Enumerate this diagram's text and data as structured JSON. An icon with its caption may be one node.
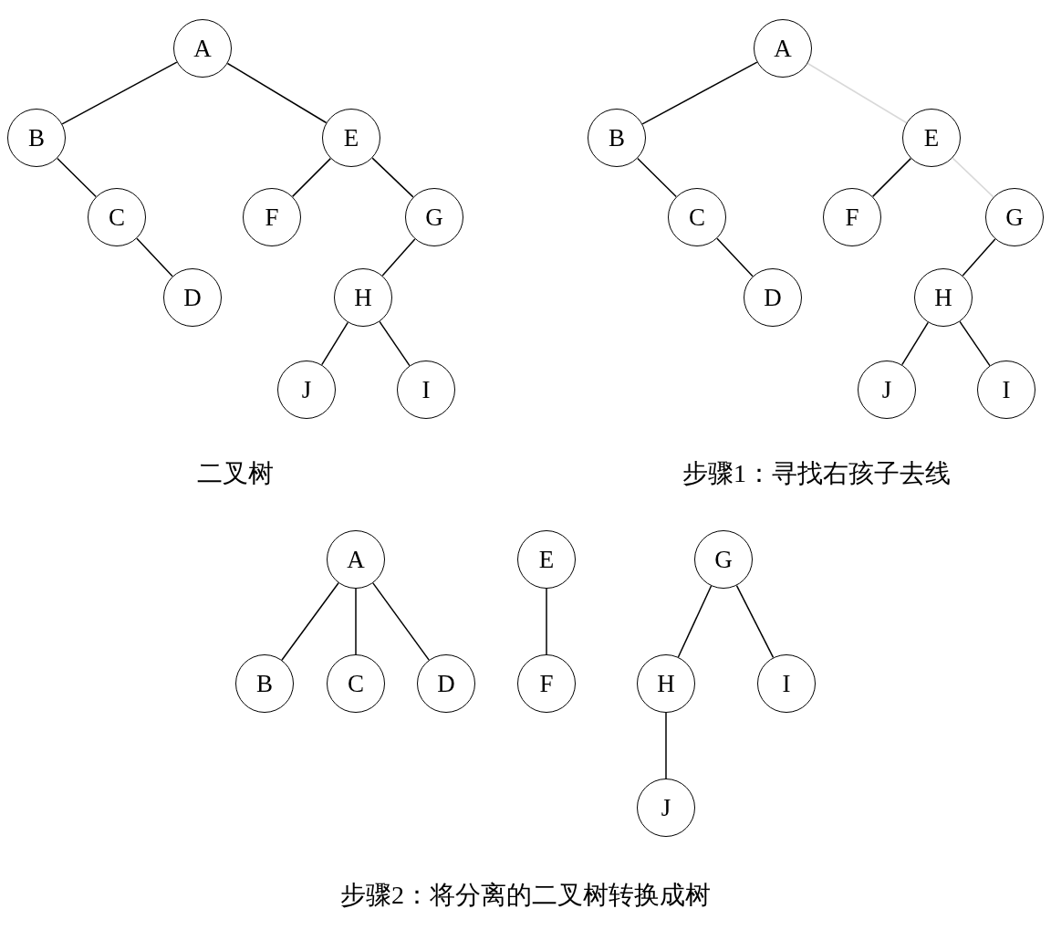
{
  "diagram": {
    "nodes": [
      {
        "text": [
          "A"
        ]
      },
      {
        "text": [
          "B"
        ]
      },
      {
        "text": [
          "E"
        ]
      },
      {
        "text": [
          "C"
        ]
      },
      {
        "text": [
          "F"
        ]
      },
      {
        "text": [
          "G"
        ]
      },
      {
        "text": [
          "D"
        ]
      },
      {
        "text": [
          "H"
        ]
      },
      {
        "text": [
          "J"
        ]
      },
      {
        "text": [
          "I"
        ]
      },
      {
        "text": [
          "A"
        ]
      },
      {
        "text": [
          "B"
        ]
      },
      {
        "text": [
          "E"
        ]
      },
      {
        "text": [
          "C"
        ]
      },
      {
        "text": [
          "F"
        ]
      },
      {
        "text": [
          "G"
        ]
      },
      {
        "text": [
          "D"
        ]
      },
      {
        "text": [
          "H"
        ]
      },
      {
        "text": [
          "J"
        ]
      },
      {
        "text": [
          "I"
        ]
      },
      {
        "text": [
          "A"
        ]
      },
      {
        "text": [
          "E"
        ]
      },
      {
        "text": [
          "G"
        ]
      },
      {
        "text": [
          "B"
        ]
      },
      {
        "text": [
          "C"
        ]
      },
      {
        "text": [
          "D"
        ]
      },
      {
        "text": [
          "F"
        ]
      },
      {
        "text": [
          "H"
        ]
      },
      {
        "text": [
          "I"
        ]
      },
      {
        "text": [
          "J"
        ]
      }
    ],
    "edges": [
      {
        "from": 0,
        "to": 1,
        "arrow": "none"
      },
      {
        "from": 0,
        "to": 2,
        "arrow": "none"
      },
      {
        "from": 1,
        "to": 3,
        "arrow": "none"
      },
      {
        "from": 3,
        "to": 6,
        "arrow": "none"
      },
      {
        "from": 2,
        "to": 4,
        "arrow": "none"
      },
      {
        "from": 2,
        "to": 5,
        "arrow": "none"
      },
      {
        "from": 5,
        "to": 7,
        "arrow": "none"
      },
      {
        "from": 7,
        "to": 8,
        "arrow": "none"
      },
      {
        "from": 7,
        "to": 9,
        "arrow": "none"
      },
      {
        "from": 10,
        "to": 11,
        "arrow": "none"
      },
      {
        "from": 10,
        "to": 12,
        "arrow": "none",
        "color": "#d9d9d9"
      },
      {
        "from": 11,
        "to": 13,
        "arrow": "none"
      },
      {
        "from": 13,
        "to": 16,
        "arrow": "none"
      },
      {
        "from": 12,
        "to": 14,
        "arrow": "none"
      },
      {
        "from": 12,
        "to": 15,
        "arrow": "none",
        "color": "#d9d9d9"
      },
      {
        "from": 15,
        "to": 17,
        "arrow": "none"
      },
      {
        "from": 17,
        "to": 18,
        "arrow": "none"
      },
      {
        "from": 17,
        "to": 19,
        "arrow": "none"
      },
      {
        "from": 20,
        "to": 23,
        "arrow": "none"
      },
      {
        "from": 20,
        "to": 24,
        "arrow": "none"
      },
      {
        "from": 20,
        "to": 25,
        "arrow": "none"
      },
      {
        "from": 21,
        "to": 26,
        "arrow": "none"
      },
      {
        "from": 22,
        "to": 27,
        "arrow": "none"
      },
      {
        "from": 22,
        "to": 28,
        "arrow": "none"
      },
      {
        "from": 27,
        "to": 29,
        "arrow": "none"
      }
    ],
    "labels": [
      "二叉树",
      "步骤1：寻找右孩子去线",
      "步骤2：将分离的二叉树转换成树"
    ]
  }
}
